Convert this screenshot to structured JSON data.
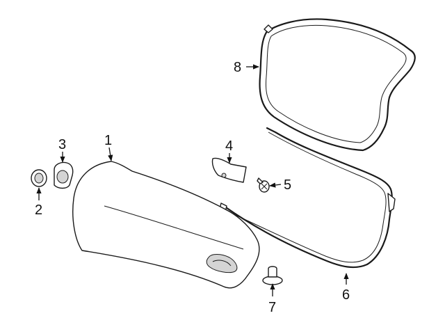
{
  "callouts": [
    {
      "id": "1",
      "label": "1"
    },
    {
      "id": "2",
      "label": "2"
    },
    {
      "id": "3",
      "label": "3"
    },
    {
      "id": "4",
      "label": "4"
    },
    {
      "id": "5",
      "label": "5"
    },
    {
      "id": "6",
      "label": "6"
    },
    {
      "id": "7",
      "label": "7"
    },
    {
      "id": "8",
      "label": "8"
    }
  ],
  "parts": [
    {
      "callout": "1",
      "shape": "door-shell"
    },
    {
      "callout": "2",
      "shape": "plug"
    },
    {
      "callout": "3",
      "shape": "bumper"
    },
    {
      "callout": "4",
      "shape": "bracket"
    },
    {
      "callout": "5",
      "shape": "screw"
    },
    {
      "callout": "6",
      "shape": "door-weatherstrip"
    },
    {
      "callout": "7",
      "shape": "stud"
    },
    {
      "callout": "8",
      "shape": "window-weatherstrip"
    }
  ]
}
